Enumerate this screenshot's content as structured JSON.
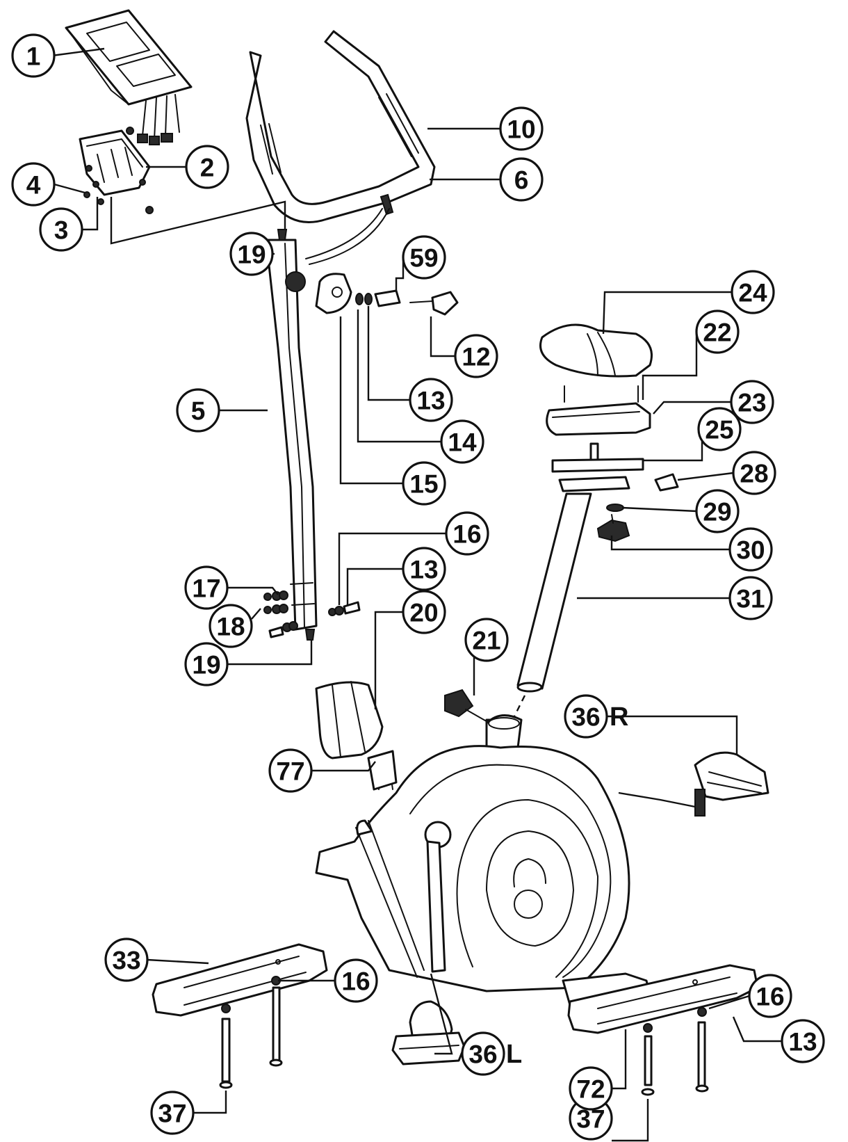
{
  "callouts": [
    {
      "id": "c1",
      "label": "1"
    },
    {
      "id": "c2",
      "label": "2"
    },
    {
      "id": "c3",
      "label": "3"
    },
    {
      "id": "c4",
      "label": "4"
    },
    {
      "id": "c5",
      "label": "5"
    },
    {
      "id": "c6",
      "label": "6"
    },
    {
      "id": "c10",
      "label": "10"
    },
    {
      "id": "c12",
      "label": "12"
    },
    {
      "id": "c13a",
      "label": "13"
    },
    {
      "id": "c13b",
      "label": "13"
    },
    {
      "id": "c13c",
      "label": "13"
    },
    {
      "id": "c14",
      "label": "14"
    },
    {
      "id": "c15",
      "label": "15"
    },
    {
      "id": "c16a",
      "label": "16"
    },
    {
      "id": "c16b",
      "label": "16"
    },
    {
      "id": "c16c",
      "label": "16"
    },
    {
      "id": "c17",
      "label": "17"
    },
    {
      "id": "c18",
      "label": "18"
    },
    {
      "id": "c19a",
      "label": "19"
    },
    {
      "id": "c19b",
      "label": "19"
    },
    {
      "id": "c20",
      "label": "20"
    },
    {
      "id": "c21",
      "label": "21"
    },
    {
      "id": "c22",
      "label": "22"
    },
    {
      "id": "c23",
      "label": "23"
    },
    {
      "id": "c24",
      "label": "24"
    },
    {
      "id": "c25",
      "label": "25"
    },
    {
      "id": "c28",
      "label": "28"
    },
    {
      "id": "c29",
      "label": "29"
    },
    {
      "id": "c30",
      "label": "30"
    },
    {
      "id": "c31",
      "label": "31"
    },
    {
      "id": "c33",
      "label": "33"
    },
    {
      "id": "c36r",
      "label": "36",
      "side": "R"
    },
    {
      "id": "c36l",
      "label": "36",
      "side": "L"
    },
    {
      "id": "c37a",
      "label": "37"
    },
    {
      "id": "c37b",
      "label": "37"
    },
    {
      "id": "c59",
      "label": "59"
    },
    {
      "id": "c72",
      "label": "72"
    },
    {
      "id": "c77",
      "label": "77"
    }
  ]
}
